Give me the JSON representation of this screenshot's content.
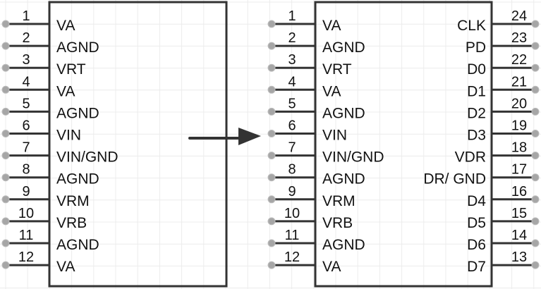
{
  "colors": {
    "grid": "#ececec",
    "line": "#333333",
    "pin_dot": "#a6a6a6",
    "text": "#111111"
  },
  "left_chip": {
    "name": "chip-before",
    "left_pins": [
      {
        "num": "1",
        "label": "VA"
      },
      {
        "num": "2",
        "label": "AGND"
      },
      {
        "num": "3",
        "label": "VRT"
      },
      {
        "num": "4",
        "label": "VA"
      },
      {
        "num": "5",
        "label": "AGND"
      },
      {
        "num": "6",
        "label": "VIN"
      },
      {
        "num": "7",
        "label": "VIN/GND"
      },
      {
        "num": "8",
        "label": "AGND"
      },
      {
        "num": "9",
        "label": "VRM"
      },
      {
        "num": "10",
        "label": "VRB"
      },
      {
        "num": "11",
        "label": "AGND"
      },
      {
        "num": "12",
        "label": "VA"
      }
    ],
    "right_pins": []
  },
  "right_chip": {
    "name": "chip-after",
    "left_pins": [
      {
        "num": "1",
        "label": "VA"
      },
      {
        "num": "2",
        "label": "AGND"
      },
      {
        "num": "3",
        "label": "VRT"
      },
      {
        "num": "4",
        "label": "VA"
      },
      {
        "num": "5",
        "label": "AGND"
      },
      {
        "num": "6",
        "label": "VIN"
      },
      {
        "num": "7",
        "label": "VIN/GND"
      },
      {
        "num": "8",
        "label": "AGND"
      },
      {
        "num": "9",
        "label": "VRM"
      },
      {
        "num": "10",
        "label": "VRB"
      },
      {
        "num": "11",
        "label": "AGND"
      },
      {
        "num": "12",
        "label": "VA"
      }
    ],
    "right_pins": [
      {
        "num": "24",
        "label": "CLK"
      },
      {
        "num": "23",
        "label": "PD"
      },
      {
        "num": "22",
        "label": "D0"
      },
      {
        "num": "21",
        "label": "D1"
      },
      {
        "num": "20",
        "label": "D2"
      },
      {
        "num": "19",
        "label": "D3"
      },
      {
        "num": "18",
        "label": "VDR"
      },
      {
        "num": "17",
        "label": "DR/ GND"
      },
      {
        "num": "16",
        "label": "D4"
      },
      {
        "num": "15",
        "label": "D5"
      },
      {
        "num": "14",
        "label": "D6"
      },
      {
        "num": "13",
        "label": "D7"
      }
    ]
  },
  "arrow": {
    "direction": "right",
    "meaning": "transform"
  }
}
